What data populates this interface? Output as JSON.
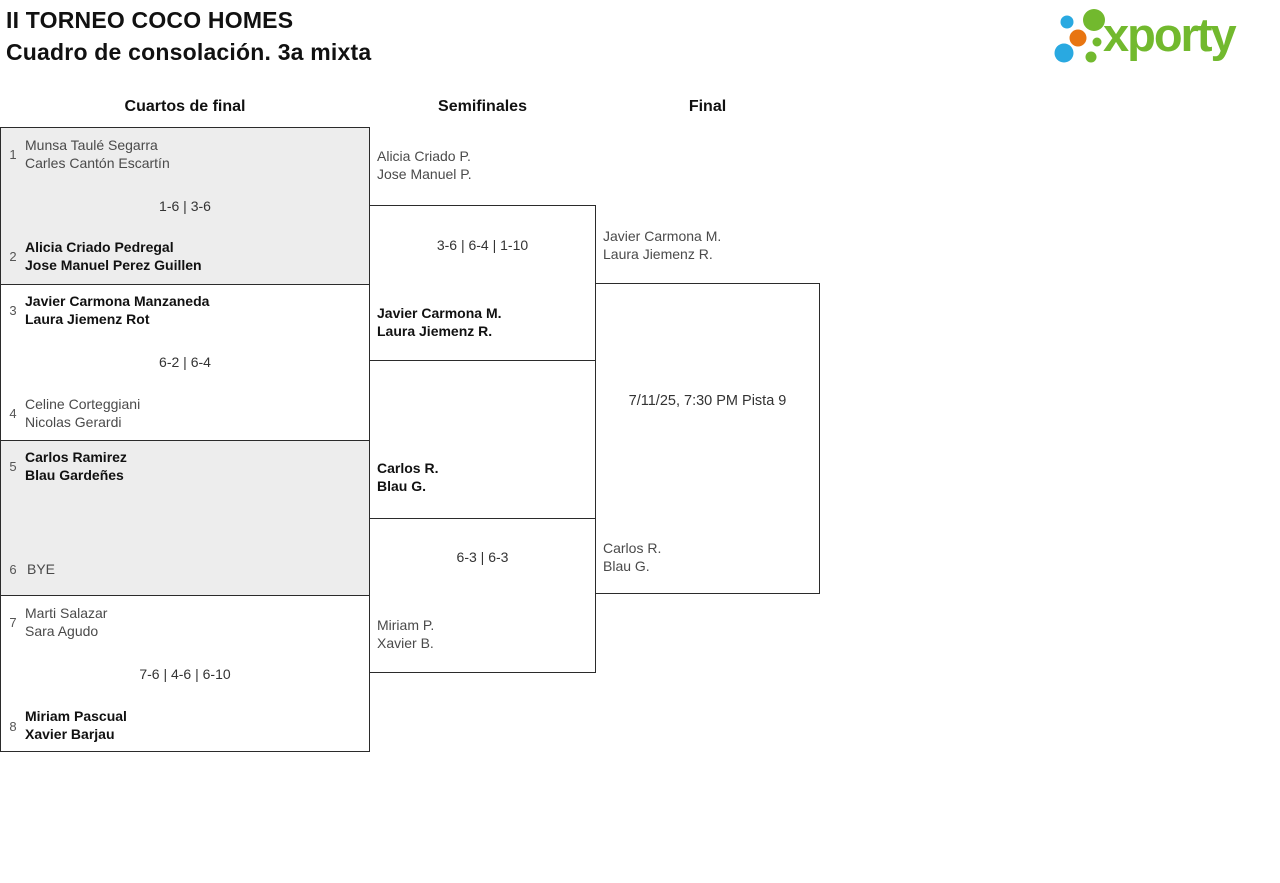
{
  "page": {
    "title_line1": "II TORNEO COCO HOMES",
    "title_line2": "Cuadro de consolación. 3a mixta"
  },
  "logo": {
    "wordmark": "xporty",
    "colors": {
      "green": "#72B92E",
      "blue": "#29A9E1",
      "orange": "#E87511"
    }
  },
  "columns": {
    "quarterfinals": "Cuartos de final",
    "semifinals": "Semifinales",
    "final": "Final"
  },
  "quarterfinals": [
    {
      "seed_top": "1",
      "team_top_l1": "Munsa Taulé Segarra",
      "team_top_l2": "Carles Cantón Escartín",
      "score": "1-6 | 3-6",
      "seed_bottom": "2",
      "team_bottom_l1": "Alicia Criado Pedregal",
      "team_bottom_l2": "Jose Manuel Perez Guillen",
      "winner": "bottom"
    },
    {
      "seed_top": "3",
      "team_top_l1": "Javier Carmona Manzaneda",
      "team_top_l2": "Laura Jiemenz Rot",
      "score": "6-2 | 6-4",
      "seed_bottom": "4",
      "team_bottom_l1": "Celine Corteggiani",
      "team_bottom_l2": "Nicolas Gerardi",
      "winner": "top"
    },
    {
      "seed_top": "5",
      "team_top_l1": "Carlos Ramirez",
      "team_top_l2": "Blau Gardeñes",
      "score": "",
      "seed_bottom": "6",
      "team_bottom_l1": "BYE",
      "team_bottom_l2": "",
      "winner": "top"
    },
    {
      "seed_top": "7",
      "team_top_l1": "Marti Salazar",
      "team_top_l2": "Sara Agudo",
      "score": "7-6 | 4-6 | 6-10",
      "seed_bottom": "8",
      "team_bottom_l1": "Miriam Pascual",
      "team_bottom_l2": "Xavier Barjau",
      "winner": "bottom"
    }
  ],
  "semifinals": [
    {
      "team_top_l1": "Alicia Criado P.",
      "team_top_l2": "Jose Manuel P.",
      "score": "3-6 | 6-4 | 1-10",
      "team_bottom_l1": "Javier Carmona M.",
      "team_bottom_l2": "Laura Jiemenz R.",
      "winner": "bottom"
    },
    {
      "team_top_l1": "Carlos R.",
      "team_top_l2": "Blau G.",
      "score": "6-3 | 6-3",
      "team_bottom_l1": "Miriam P.",
      "team_bottom_l2": "Xavier B.",
      "winner": "top"
    }
  ],
  "final": {
    "team_top_l1": "Javier Carmona M.",
    "team_top_l2": "Laura Jiemenz R.",
    "schedule": "7/11/25, 7:30 PM Pista 9",
    "team_bottom_l1": "Carlos R.",
    "team_bottom_l2": "Blau G."
  }
}
